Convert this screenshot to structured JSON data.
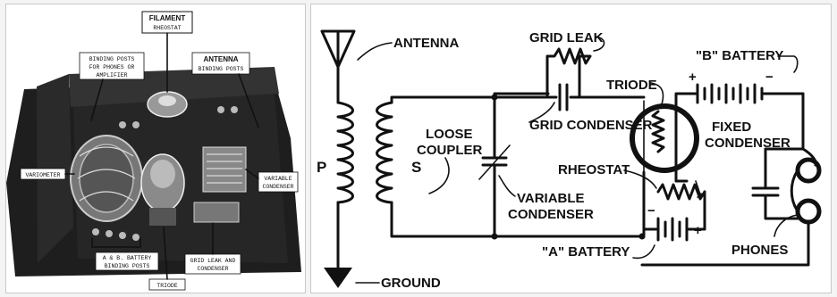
{
  "photo": {
    "labels": {
      "filament_rheostat_1": "FILAMENT",
      "filament_rheostat_2": "RHEOSTAT",
      "phones_posts_1": "BINDING POSTS",
      "phones_posts_2": "FOR PHONES OR",
      "phones_posts_3": "AMPLIFIER",
      "antenna_posts_1": "ANTENNA",
      "antenna_posts_2": "BINDING POSTS",
      "variometer": "VARIOMETER",
      "variable_condenser_1": "VARIABLE",
      "variable_condenser_2": "CONDENSER",
      "battery_posts_1": "A & B. BATTERY",
      "battery_posts_2": "BINDING POSTS",
      "grid_leak_1": "GRID LEAK AND",
      "grid_leak_2": "CONDENSER",
      "triode": "TRIODE"
    }
  },
  "schematic": {
    "labels": {
      "antenna": "ANTENNA",
      "grid_leak": "GRID LEAK",
      "triode": "TRIODE",
      "b_battery": "\"B\" BATTERY",
      "loose_coupler_1": "LOOSE",
      "loose_coupler_2": "COUPLER",
      "grid_condenser": "GRID CONDENSER",
      "fixed_condenser_1": "FIXED",
      "fixed_condenser_2": "CONDENSER",
      "primary": "P",
      "secondary": "S",
      "rheostat": "RHEOSTAT",
      "variable_condenser_1": "VARIABLE",
      "variable_condenser_2": "CONDENSER",
      "a_battery": "\"A\" BATTERY",
      "phones": "PHONES",
      "ground": "GROUND",
      "plus_b": "+",
      "minus_b": "−",
      "minus_a": "−",
      "plus_a": "+"
    }
  }
}
